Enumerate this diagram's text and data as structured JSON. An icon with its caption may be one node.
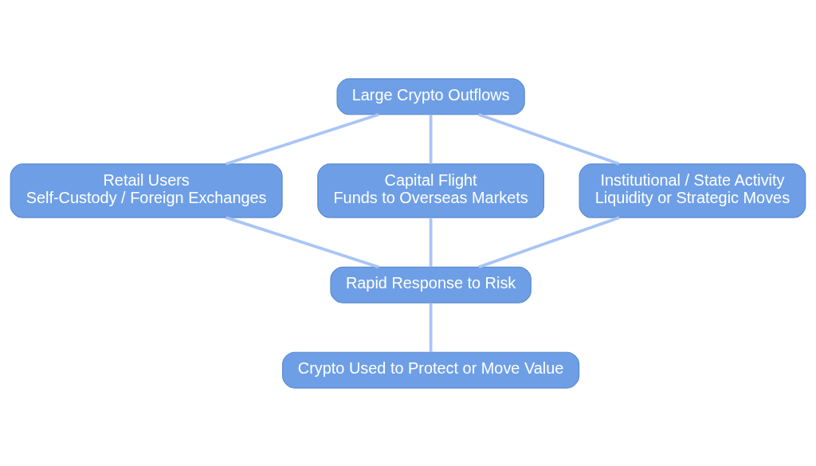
{
  "diagram": {
    "nodes": [
      {
        "text": [
          "Large Crypto Outflows"
        ]
      },
      {
        "text": [
          "Retail Users",
          "Self-Custody / Foreign Exchanges"
        ]
      },
      {
        "text": [
          "Capital Flight",
          "Funds to Overseas Markets"
        ]
      },
      {
        "text": [
          "Institutional / State Activity",
          "Liquidity or Strategic Moves"
        ]
      },
      {
        "text": [
          "Rapid Response to Risk"
        ]
      },
      {
        "text": [
          "Crypto Used to Protect or Move Value"
        ]
      }
    ],
    "edges": [
      {
        "from": 0,
        "to": 1,
        "arrow": "none"
      },
      {
        "from": 0,
        "to": 2,
        "arrow": "none"
      },
      {
        "from": 0,
        "to": 3,
        "arrow": "none"
      },
      {
        "from": 1,
        "to": 4,
        "arrow": "none"
      },
      {
        "from": 2,
        "to": 4,
        "arrow": "none"
      },
      {
        "from": 3,
        "to": 4,
        "arrow": "none"
      },
      {
        "from": 4,
        "to": 5,
        "arrow": "none"
      }
    ]
  }
}
